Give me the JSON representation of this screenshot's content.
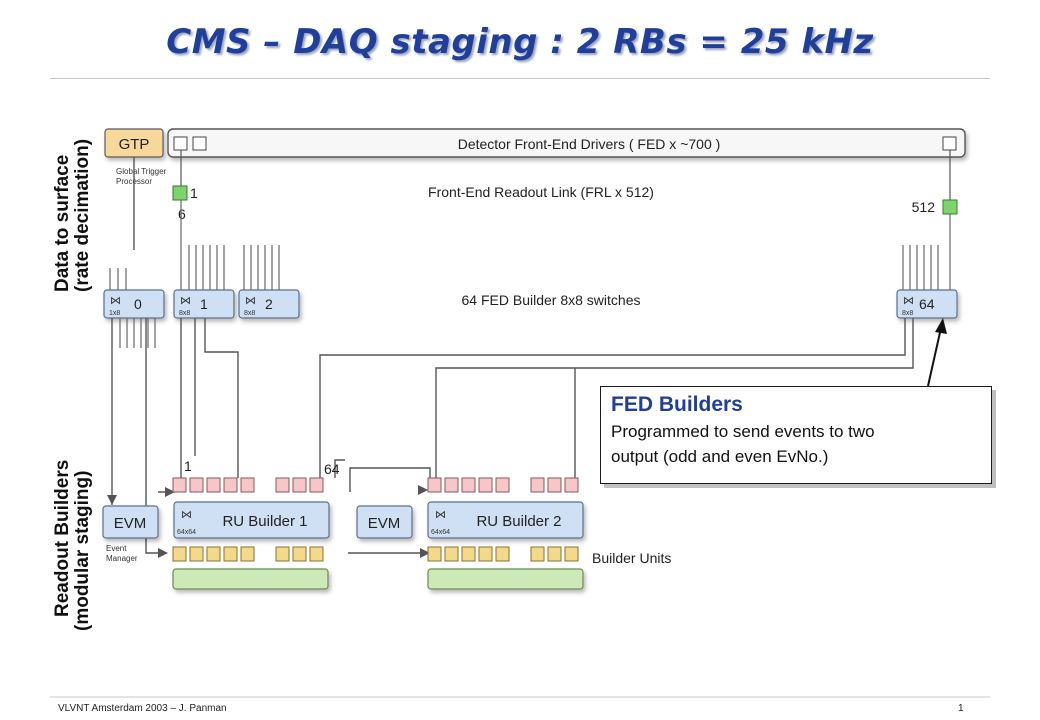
{
  "slide": {
    "title": "CMS – DAQ staging : 2 RBs = 25 kHz",
    "left_label_top_1": "Data to surface",
    "left_label_top_2": "(rate decimation)",
    "left_label_bottom_1": "Readout Builders",
    "left_label_bottom_2": "(modular staging)",
    "footer_left": "VLVNT Amsterdam 2003 – J. Panman",
    "footer_right": "1"
  },
  "diagram": {
    "gtp_label": "GTP",
    "gtp_caption_1": "Global Trigger",
    "gtp_caption_2": "Processor",
    "fed_bar_label": "Detector Front-End Drivers ( FED x ~700 )",
    "frl_label": "Front-End Readout Link (FRL x 512)",
    "frl_first": "1",
    "frl_first_sub": "6",
    "frl_last": "512",
    "switch_row_label": "64 FED Builder 8x8 switches",
    "switches": [
      {
        "num": "0",
        "size": "1x8"
      },
      {
        "num": "1",
        "size": "8x8"
      },
      {
        "num": "2",
        "size": "8x8"
      },
      {
        "num": "64",
        "size": "8x8"
      }
    ],
    "ru_first": "1",
    "ru_last": "64",
    "evm_label": "EVM",
    "evm_caption_1": "Event",
    "evm_caption_2": "Manager",
    "ru_builder_1": "RU Builder 1",
    "ru_builder_2": "RU Builder 2",
    "ru_builder_size": "64x64",
    "builder_units_label": "Builder Units"
  },
  "callout": {
    "title": "FED Builders",
    "line1": "Programmed to send events to two",
    "line2": "output (odd and even EvNo.)"
  },
  "colors": {
    "title": "#1f3f9a",
    "blue_box": "#cfe0f5",
    "pink_box": "#f6c6c8",
    "yellow_box": "#f5d98a",
    "green_box": "#cde9b7",
    "gtp_box": "#f7d89a",
    "frl_green": "#7ed36a"
  }
}
